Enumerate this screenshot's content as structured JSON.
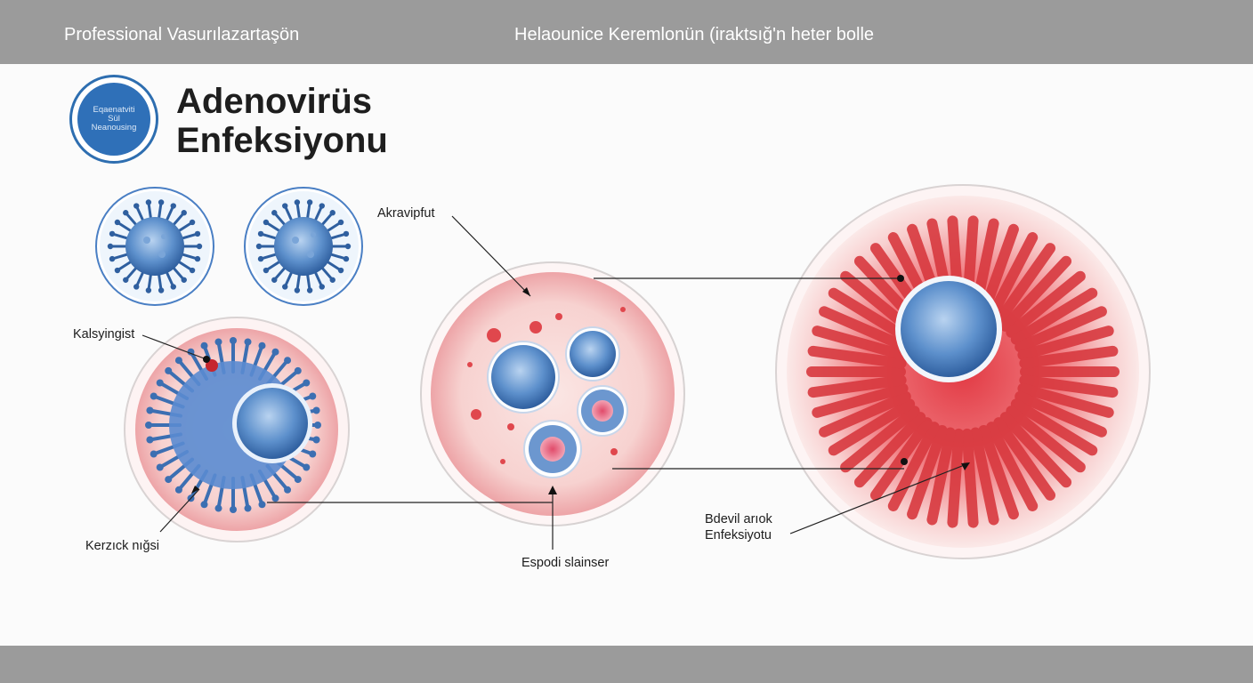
{
  "header": {
    "left_text": "Professional Vasurılazartaşön",
    "center_text": "Helaounice Keremlonün (iraktsığ'n heter bolle"
  },
  "badge": {
    "lines": [
      "Eqaenatviti",
      "Sül",
      "Neanousing"
    ]
  },
  "title": {
    "line1": "Adenovirüs",
    "line2": "Enfeksiyonu"
  },
  "labels": {
    "kalsyingist": "Kalsyingist",
    "kerzek": "Kerzıck nığsi",
    "akravipfut": "Akravipfut",
    "espod": "Espodi slainser",
    "bdevil_line1": "Bdevil arıok",
    "bdevil_line2": "Enfeksiyotu"
  },
  "colors": {
    "header_gray": "#9b9b9b",
    "virus_blue": "#4a7fc4",
    "cell_pink": "#f6c9c9",
    "tissue_red": "#e0474d"
  }
}
